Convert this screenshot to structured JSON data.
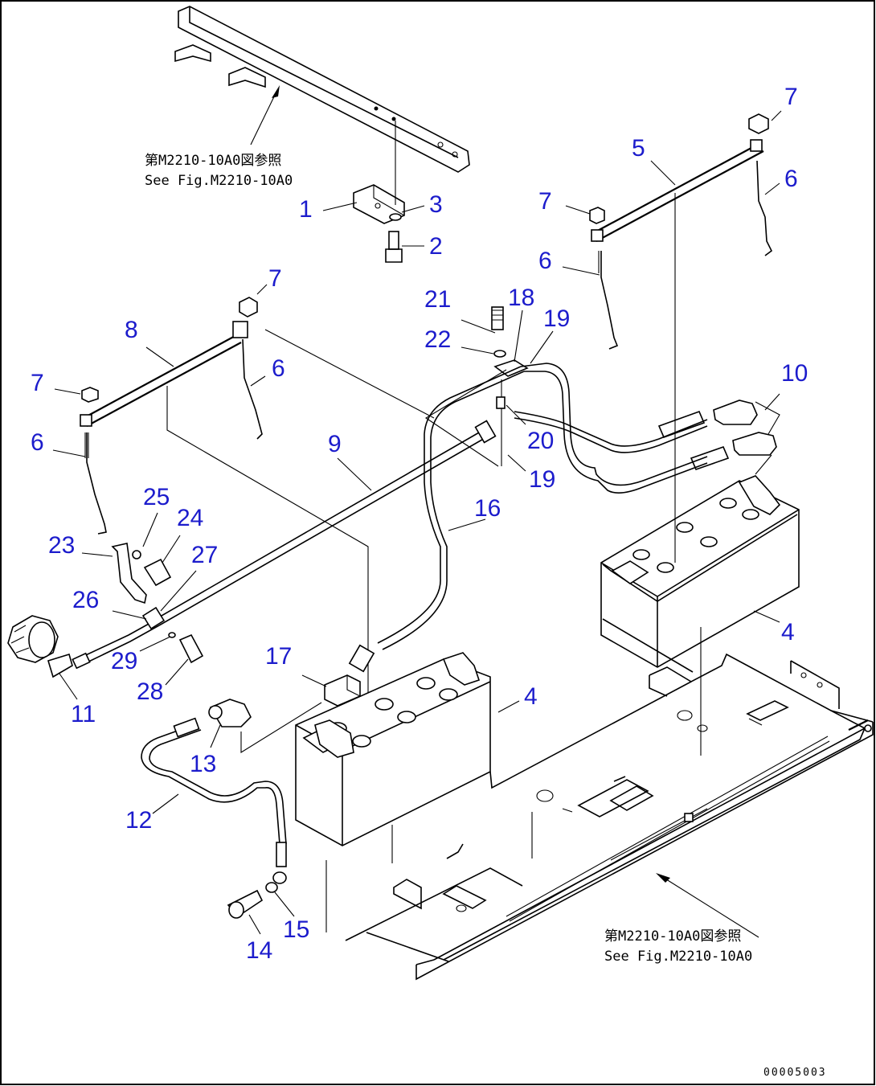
{
  "figure": {
    "references": [
      {
        "id": "ref-top",
        "line1": "第M2210-10A0図参照",
        "line2": "See Fig.M2210-10A0"
      },
      {
        "id": "ref-bottom",
        "line1": "第M2210-10A0図参照",
        "line2": "See Fig.M2210-10A0"
      }
    ],
    "part_code": "00005003"
  },
  "parts": [
    {
      "n": "1"
    },
    {
      "n": "2"
    },
    {
      "n": "3"
    },
    {
      "n": "4"
    },
    {
      "n": "4"
    },
    {
      "n": "5"
    },
    {
      "n": "6"
    },
    {
      "n": "6"
    },
    {
      "n": "6"
    },
    {
      "n": "6"
    },
    {
      "n": "7"
    },
    {
      "n": "7"
    },
    {
      "n": "7"
    },
    {
      "n": "7"
    },
    {
      "n": "8"
    },
    {
      "n": "9"
    },
    {
      "n": "10"
    },
    {
      "n": "11"
    },
    {
      "n": "12"
    },
    {
      "n": "13"
    },
    {
      "n": "14"
    },
    {
      "n": "15"
    },
    {
      "n": "16"
    },
    {
      "n": "17"
    },
    {
      "n": "18"
    },
    {
      "n": "19"
    },
    {
      "n": "19"
    },
    {
      "n": "20"
    },
    {
      "n": "21"
    },
    {
      "n": "22"
    },
    {
      "n": "23"
    },
    {
      "n": "24"
    },
    {
      "n": "25"
    },
    {
      "n": "26"
    },
    {
      "n": "27"
    },
    {
      "n": "28"
    },
    {
      "n": "29"
    }
  ]
}
